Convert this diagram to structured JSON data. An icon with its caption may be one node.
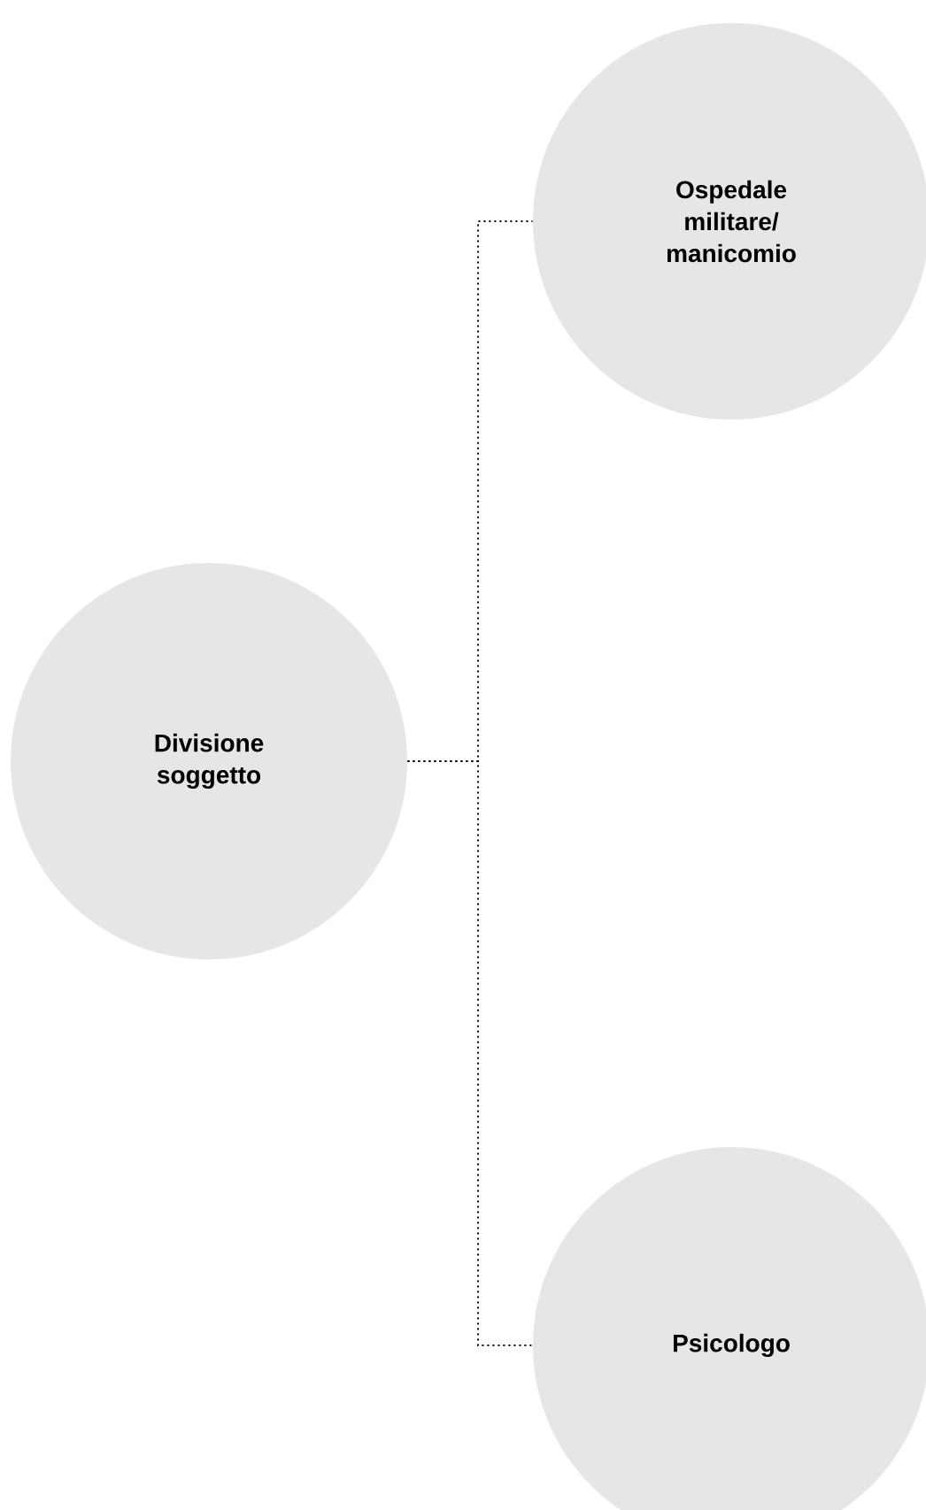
{
  "diagram": {
    "nodes": [
      {
        "text": [
          "Divisione soggetto"
        ]
      },
      {
        "text": [
          "Ospedale militare/ manicomio"
        ]
      },
      {
        "text": [
          "Psicologo"
        ]
      }
    ],
    "edges": [
      {
        "from": 0,
        "to": 1,
        "arrow": "none"
      },
      {
        "from": 0,
        "to": 2,
        "arrow": "none"
      }
    ]
  }
}
